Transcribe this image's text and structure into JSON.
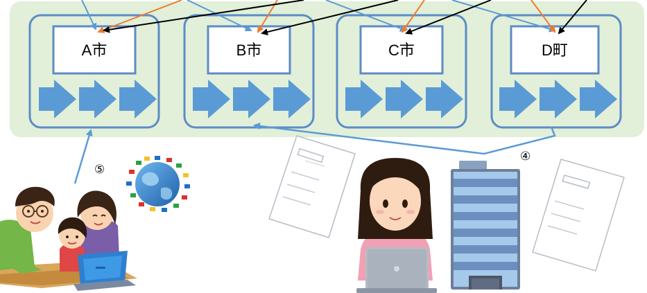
{
  "municipalities": [
    {
      "id": "a",
      "label": "A市"
    },
    {
      "id": "b",
      "label": "B市"
    },
    {
      "id": "c",
      "label": "C市"
    },
    {
      "id": "d",
      "label": "D町"
    }
  ],
  "markers": {
    "five": "⑤",
    "four": "④"
  },
  "colors": {
    "panel_background": "#e2efd9",
    "box_border": "#5b8cc6",
    "chevron": "#5b9bd5",
    "arrow_blue": "#5b9bd5",
    "arrow_orange": "#ed7d31",
    "arrow_black": "#000000"
  },
  "icons": {
    "family": "family-at-computer-illustration",
    "globe": "world-globe-icon",
    "worker": "office-worker-laptop-illustration",
    "building": "office-building-icon",
    "documents": "document-icon"
  }
}
